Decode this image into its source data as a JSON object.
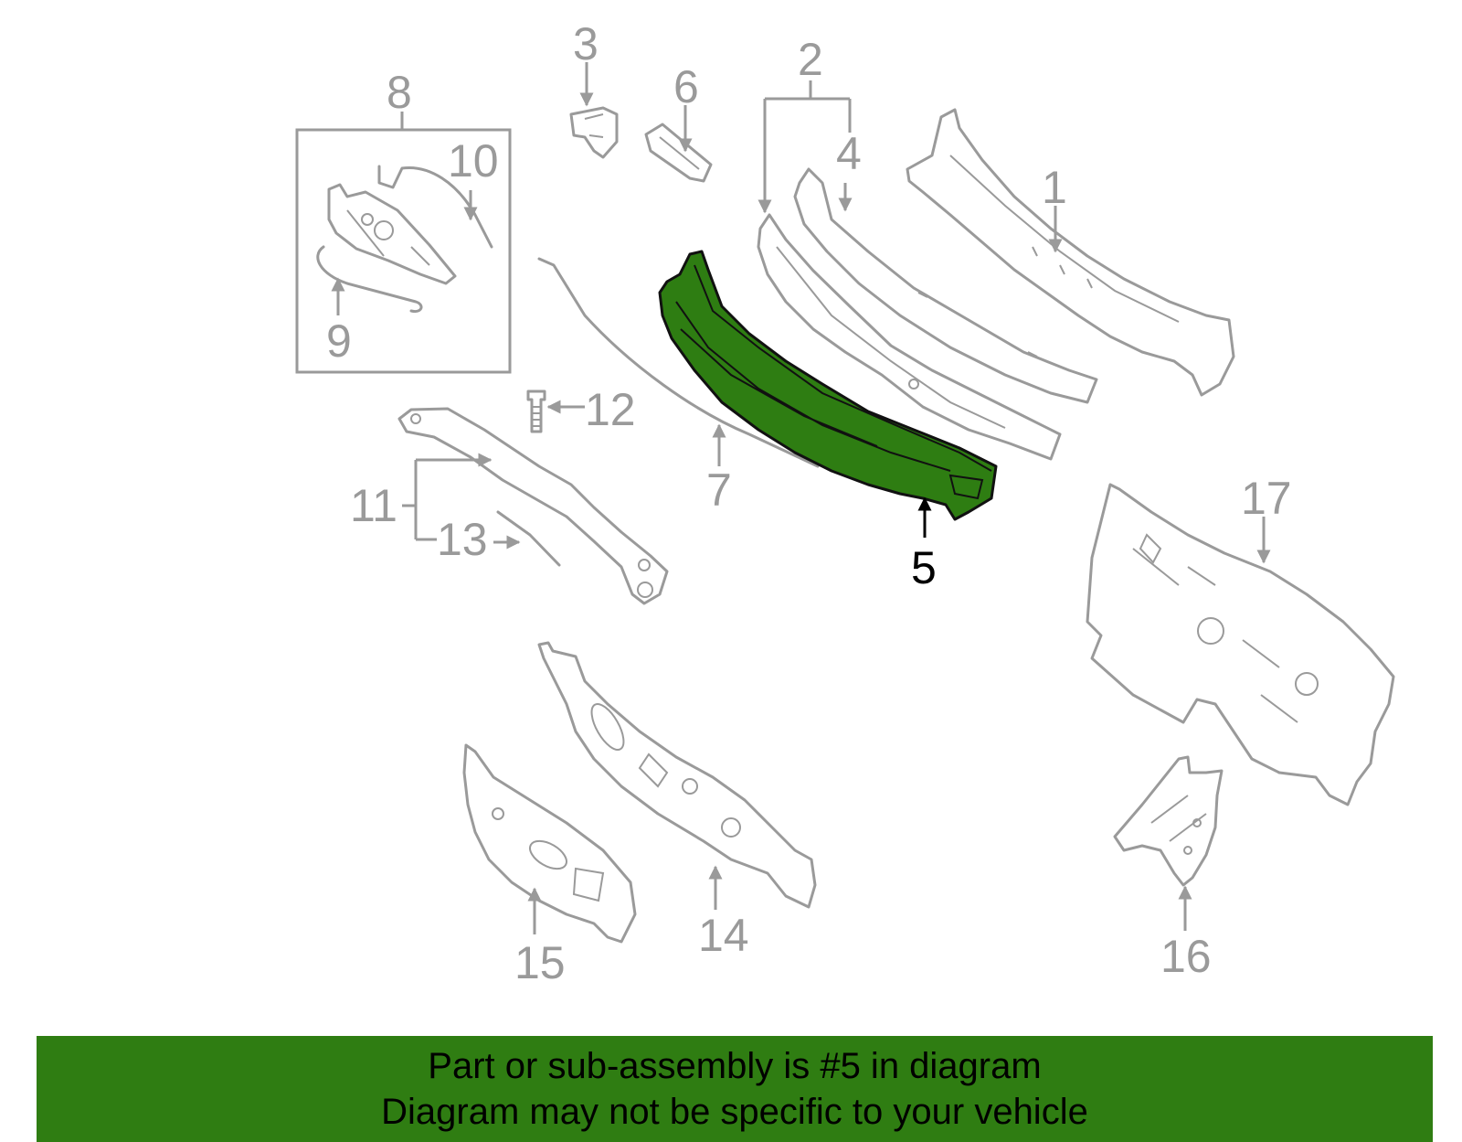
{
  "callouts": {
    "c1": "1",
    "c2": "2",
    "c3": "3",
    "c4": "4",
    "c5": "5",
    "c6": "6",
    "c7": "7",
    "c8": "8",
    "c9": "9",
    "c10": "10",
    "c11": "11",
    "c12": "12",
    "c13": "13",
    "c14": "14",
    "c15": "15",
    "c16": "16",
    "c17": "17"
  },
  "highlighted_part": "5",
  "colors": {
    "highlight": "#2e7d12",
    "banner": "#2f7d12",
    "part_line": "#9a9a9a"
  },
  "banner": {
    "line1": "Part or sub-assembly is #5 in diagram",
    "line2": "Diagram may not be specific to your vehicle"
  }
}
